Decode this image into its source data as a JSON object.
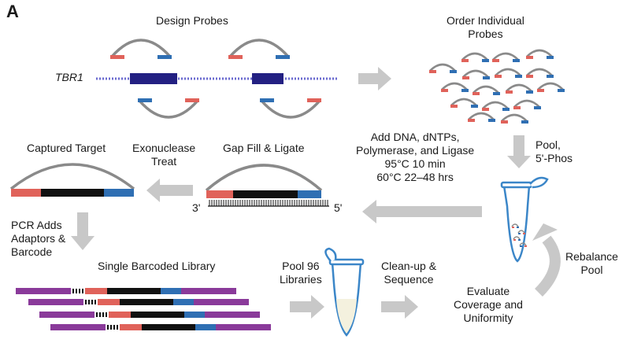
{
  "panel_letter": "A",
  "gene_name": "TBR1",
  "colors": {
    "probe_red": "#e0625a",
    "probe_blue": "#2f6fb3",
    "arc_gray": "#8a8a8a",
    "dna_dots": "#6a6acf",
    "exon": "#232082",
    "arrow_gray": "#c8c8c8",
    "adaptor_purple": "#8a3a9a",
    "insert_black": "#111111",
    "tube_blue": "#3b86c8"
  },
  "labels": {
    "design_probes": "Design Probes",
    "order_probes": [
      "Order Individual",
      "Probes"
    ],
    "pool_phos": [
      "Pool,",
      "5'-Phos"
    ],
    "add_dna": [
      "Add DNA, dNTPs,",
      "Polymerase, and Ligase",
      "95°C 10 min",
      "60°C 22–48 hrs"
    ],
    "gap_fill": "Gap Fill & Ligate",
    "exonuclease": [
      "Exonuclease",
      "Treat"
    ],
    "captured_target": "Captured Target",
    "pcr_adds": [
      "PCR Adds",
      "Adaptors &",
      "Barcode"
    ],
    "single_library": "Single Barcoded Library",
    "pool_96": [
      "Pool 96",
      "Libraries"
    ],
    "cleanup": [
      "Clean-up &",
      "Sequence"
    ],
    "evaluate": [
      "Evaluate",
      "Coverage and",
      "Uniformity"
    ],
    "rebalance": [
      "Rebalance",
      "Pool"
    ],
    "end_3": "3'",
    "end_5": "5'"
  }
}
